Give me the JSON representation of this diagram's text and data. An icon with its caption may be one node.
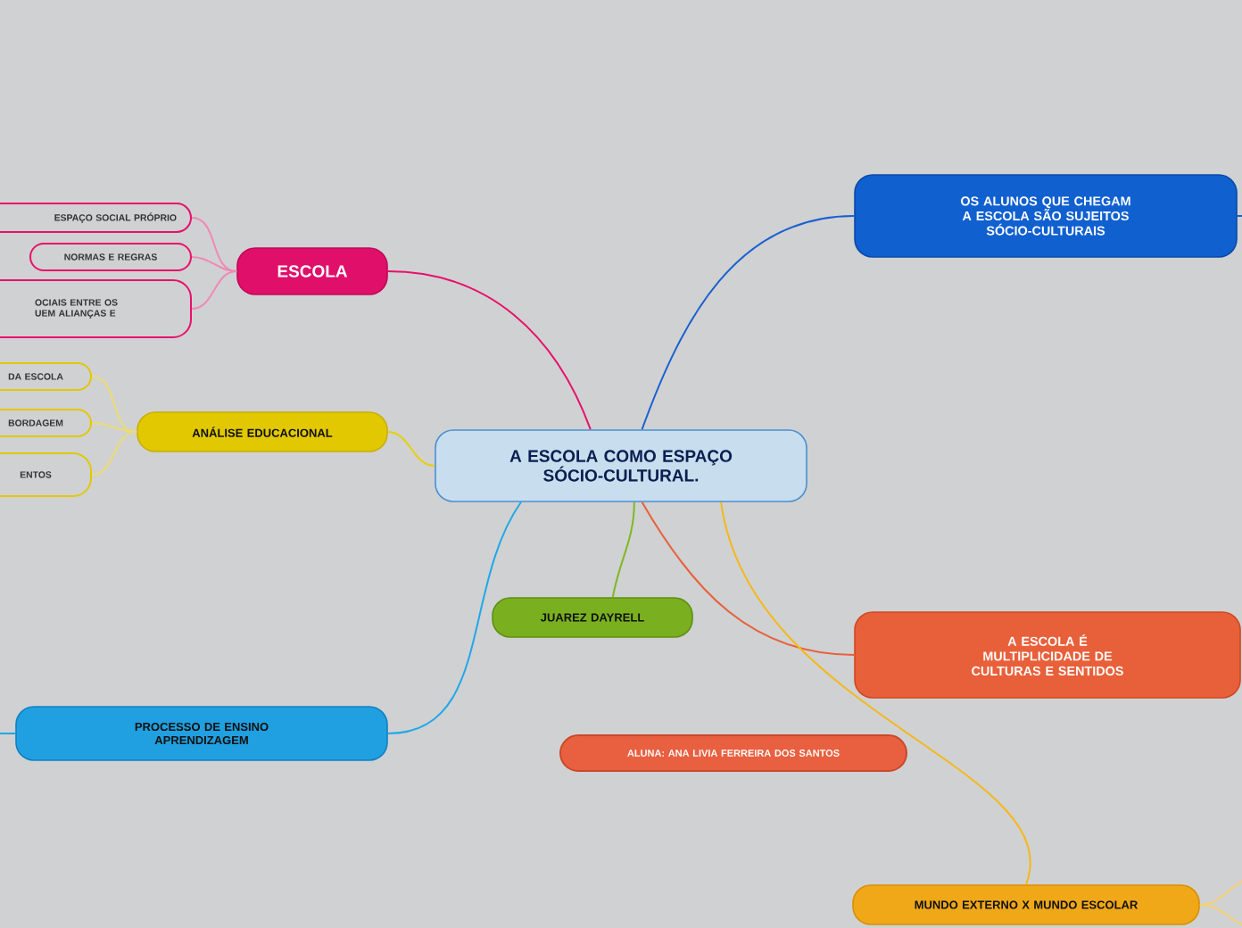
{
  "diagram": {
    "nodes": [
      {
        "text": [
          "A ESCOLA COMO ESPAÇO SÓCIO-CULTURAL."
        ]
      },
      {
        "text": [
          "ESCOLA"
        ]
      },
      {
        "text": [
          "ESPAÇO SOCIAL PRÓPRIO"
        ]
      },
      {
        "text": [
          "NORMAS E REGRAS"
        ]
      },
      {
        "text": [
          "OCIAIS ENTRE OS UEM ALIANÇAS E"
        ]
      },
      {
        "text": [
          "ANÁLISE EDUCACIONAL"
        ]
      },
      {
        "text": [
          "DA ESCOLA"
        ]
      },
      {
        "text": [
          "BORDAGEM"
        ]
      },
      {
        "text": [
          "ENTOS"
        ]
      },
      {
        "text": [
          "OS ALUNOS QUE CHEGAM A ESCOLA SÃO SUJEITOS SÓCIO-CULTURAIS"
        ]
      },
      {
        "text": [
          "A ESCOLA É MULTIPLICIDADE DE CULTURAS E SENTIDOS"
        ]
      },
      {
        "text": [
          "JUAREZ DAYRELL"
        ]
      },
      {
        "text": [
          "PROCESSO DE ENSINO APRENDIZAGEM"
        ]
      },
      {
        "text": [
          "ALUNA: ANA LIVIA FERREIRA DOS SANTOS"
        ]
      },
      {
        "text": [
          "MUNDO EXTERNO X MUNDO ESCOLAR"
        ]
      }
    ],
    "edges": [
      {
        "from": 0,
        "to": 1,
        "arrow": "none",
        "color": "#e8106a"
      },
      {
        "from": 1,
        "to": 2,
        "arrow": "none",
        "color": "#f08ab0"
      },
      {
        "from": 1,
        "to": 3,
        "arrow": "none",
        "color": "#f08ab0"
      },
      {
        "from": 1,
        "to": 4,
        "arrow": "none",
        "color": "#f08ab0"
      },
      {
        "from": 0,
        "to": 5,
        "arrow": "none",
        "color": "#e8d000"
      },
      {
        "from": 5,
        "to": 6,
        "arrow": "none",
        "color": "#ecdc70"
      },
      {
        "from": 5,
        "to": 7,
        "arrow": "none",
        "color": "#ecdc70"
      },
      {
        "from": 5,
        "to": 8,
        "arrow": "none",
        "color": "#ecdc70"
      },
      {
        "from": 0,
        "to": 9,
        "arrow": "none",
        "color": "#1a60d0"
      },
      {
        "from": 0,
        "to": 10,
        "arrow": "none",
        "color": "#e8603a"
      },
      {
        "from": 0,
        "to": 11,
        "arrow": "none",
        "color": "#80b820"
      },
      {
        "from": 0,
        "to": 12,
        "arrow": "none",
        "color": "#20a8e8"
      },
      {
        "from": 0,
        "to": 14,
        "arrow": "none",
        "color": "#f5b818"
      },
      {
        "from": 9,
        "to": null,
        "arrow": "none",
        "color": "#1a60d0"
      },
      {
        "from": 12,
        "to": null,
        "arrow": "none",
        "color": "#20a8e8"
      },
      {
        "from": 14,
        "to": null,
        "arrow": "none",
        "color": "#f5d070"
      },
      {
        "from": 14,
        "to": null,
        "arrow": "none",
        "color": "#f5d070"
      }
    ]
  }
}
